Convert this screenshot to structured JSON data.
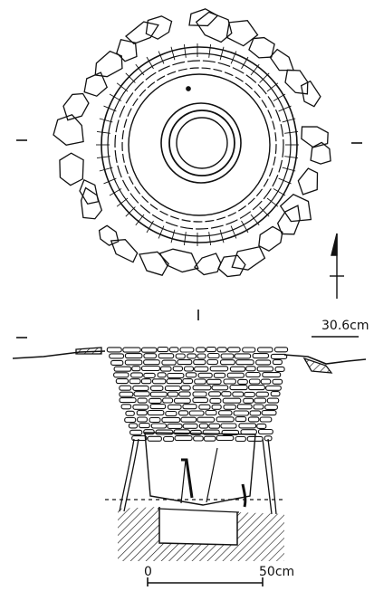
{
  "plan_view": {
    "elevation_label": "30.6cm"
  },
  "scale_bar": {
    "start_label": "0",
    "end_label": "50cm"
  },
  "colors": {
    "ink": "#111111",
    "paper": "#ffffff"
  }
}
